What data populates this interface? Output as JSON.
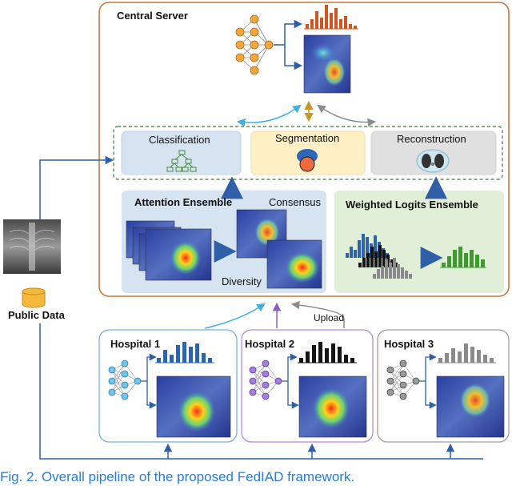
{
  "central_server": {
    "title": "Central Server"
  },
  "tasks": {
    "classification": "Classification",
    "segmentation": "Segmentation",
    "reconstruction": "Reconstruction"
  },
  "attention_ensemble": {
    "title": "Attention Ensemble",
    "consensus": "Consensus",
    "diversity": "Diversity"
  },
  "weighted_logits": {
    "title": "Weighted Logits Ensemble"
  },
  "public_data": {
    "label": "Public Data"
  },
  "upload": {
    "label": "Upload"
  },
  "hospitals": [
    {
      "name": "Hospital 1"
    },
    {
      "name": "Hospital 2"
    },
    {
      "name": "Hospital 3"
    }
  ],
  "caption": {
    "text": "Fig. 2. Overall pipeline of the proposed FedIAD framework."
  },
  "colors": {
    "server_border": "#c8783a",
    "arrow_blue": "#2f5fa8",
    "light_blue": "#3fb0e0",
    "purple": "#8a5cc4",
    "gray": "#8c8c8c",
    "orange_bar": "#d2541e",
    "blue_bar": "#2f63a8",
    "black_bar": "#141414",
    "gray_bar": "#8a8a8a",
    "green_bar": "#3f9a2e"
  }
}
